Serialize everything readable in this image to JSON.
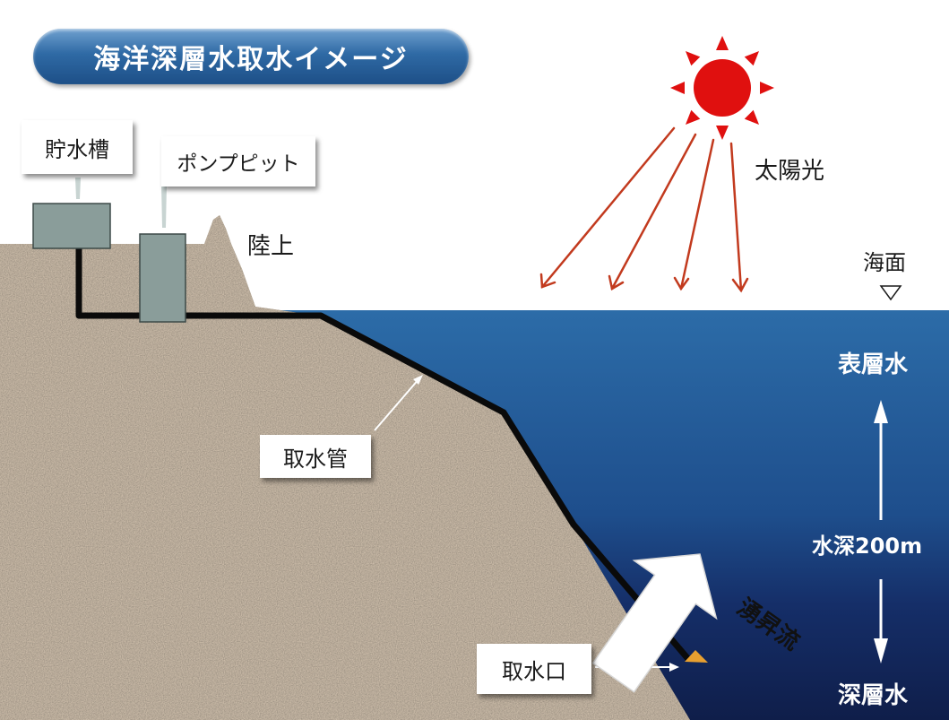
{
  "title": "海洋深層水取水イメージ",
  "labels": {
    "storage_tank": "貯水槽",
    "pump_pit": "ポンプピット",
    "land": "陸上",
    "sunlight": "太陽光",
    "sea_surface": "海面",
    "surface_water": "表層水",
    "depth": "水深200m",
    "upwelling": "湧昇流",
    "deep_water": "深層水",
    "intake_pipe": "取水管",
    "intake_port": "取水口"
  },
  "colors": {
    "title_blue": "#2f6aa5",
    "sea_surface_blue": "#2c6ca8",
    "deep_sea_navy": "#0f1e4a",
    "ground_brown": "#8a7c6b",
    "sun_red": "#e0100f",
    "ray_red": "#c23a1e",
    "intake_orange": "#e8a030"
  },
  "icons": [
    "sun-icon",
    "sea-level-triangle-icon",
    "upward-arrow-icon",
    "downward-arrow-icon",
    "upwelling-arrow-icon"
  ]
}
